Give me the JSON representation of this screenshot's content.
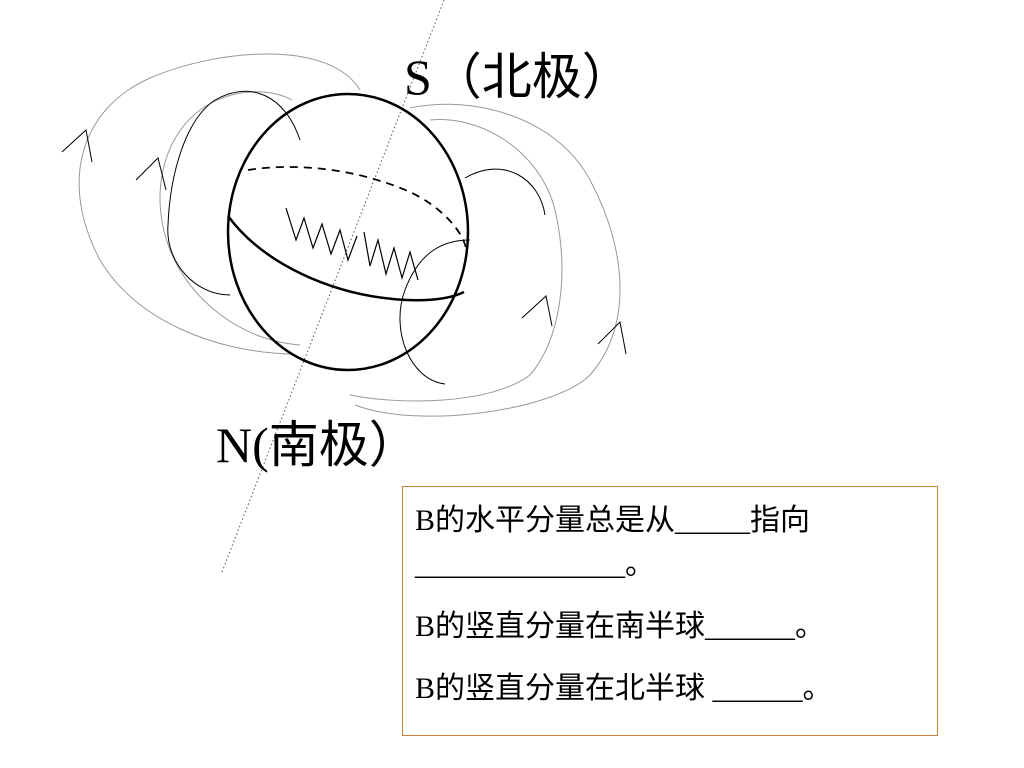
{
  "labels": {
    "south_pole": "S（北极）",
    "north_pole": "N(南极）"
  },
  "questions": {
    "q1": "B的水平分量总是从_____指向______________。",
    "q2": "B的竖直分量在南半球______。",
    "q3": "B的竖直分量在北半球 ______。"
  },
  "colors": {
    "box_border": "#c8813a",
    "field_lines": "#999999",
    "ink": "#000000"
  }
}
